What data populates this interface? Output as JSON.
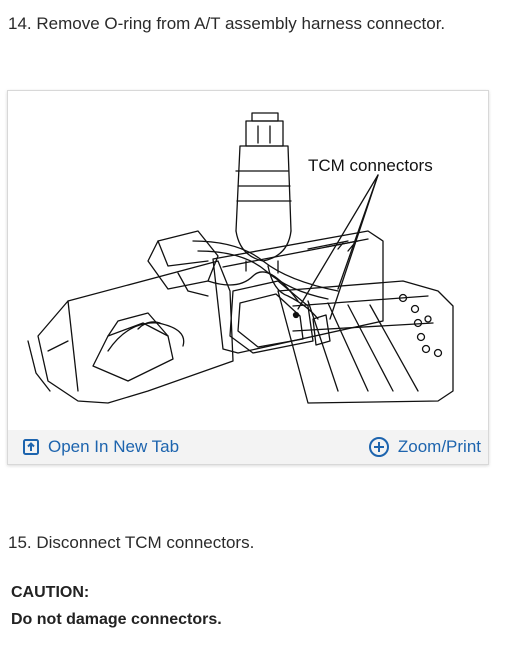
{
  "steps": {
    "step14": "14. Remove O-ring from A/T assembly harness connector.",
    "step15": "15. Disconnect TCM connectors."
  },
  "figure": {
    "callout": "TCM connectors",
    "open_tab_label": "Open In New Tab",
    "zoom_label": "Zoom/Print",
    "link_color": "#1d64ae",
    "icons": [
      "open-new-tab-icon",
      "zoom-plus-icon"
    ]
  },
  "caution": {
    "heading": "CAUTION:",
    "text": "Do not damage connectors."
  }
}
